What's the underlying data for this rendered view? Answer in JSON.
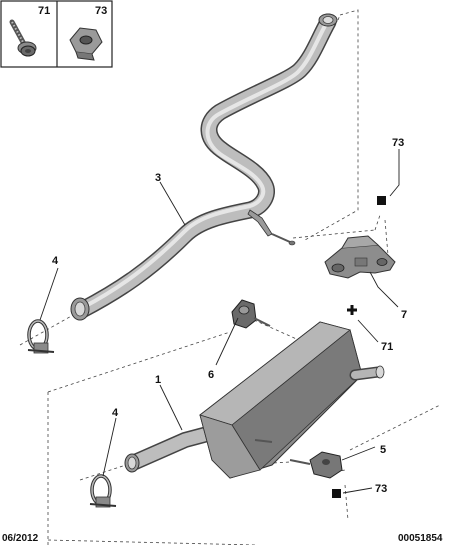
{
  "legend_box": {
    "parts": [
      {
        "number": "71",
        "icon": "bolt-with-washer-icon"
      },
      {
        "number": "73",
        "icon": "cage-nut-icon"
      }
    ]
  },
  "callouts": [
    "3",
    "4",
    "1",
    "4",
    "6",
    "73",
    "7",
    "71",
    "5",
    "73"
  ],
  "footer": {
    "date": "06/2012",
    "reference": "00051854"
  }
}
